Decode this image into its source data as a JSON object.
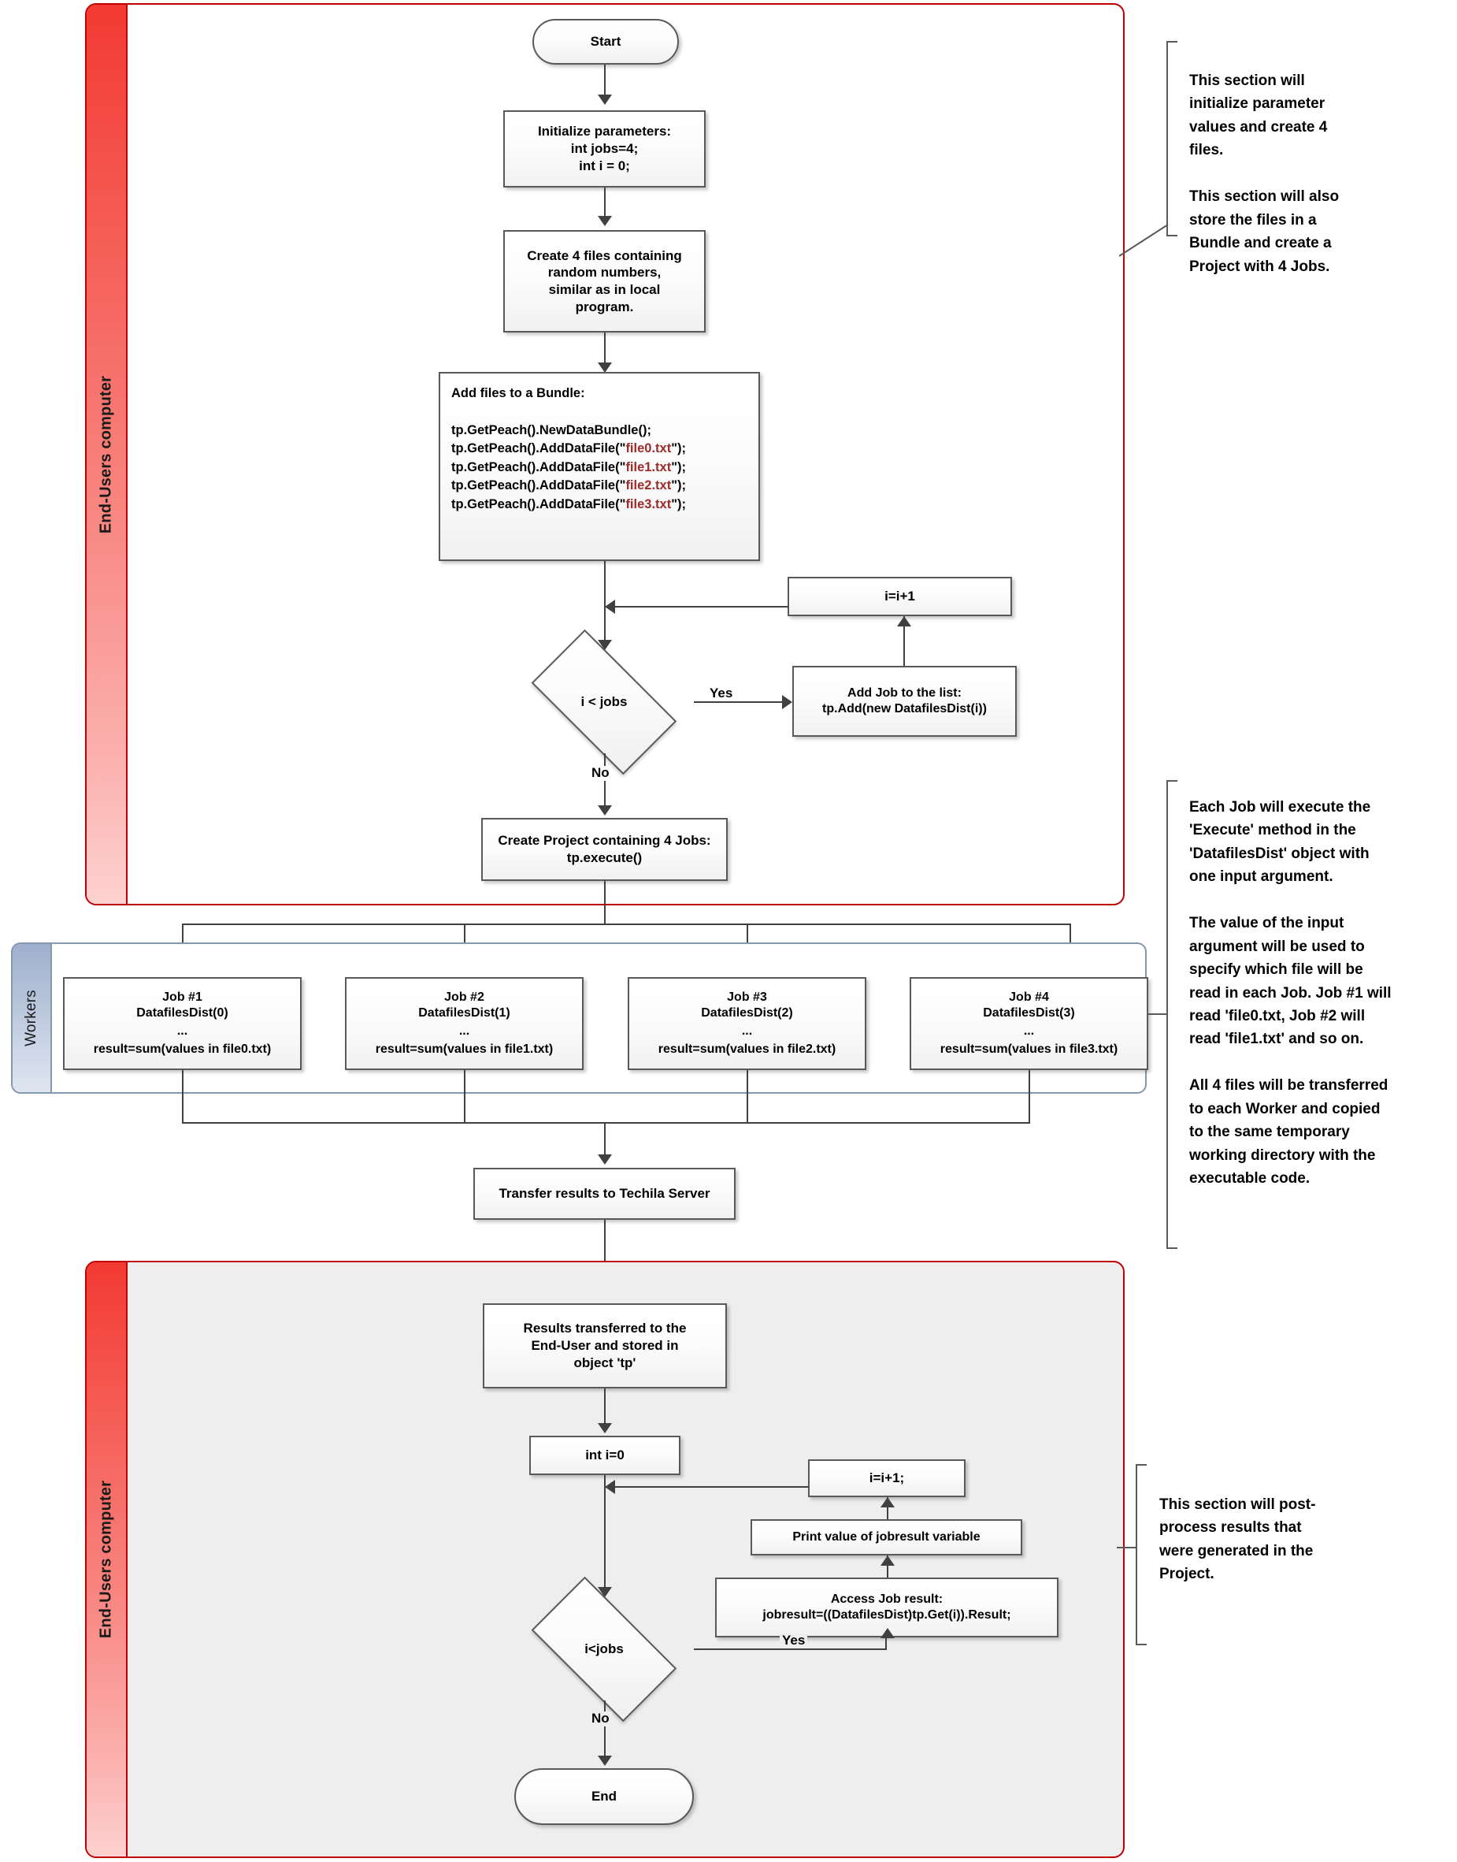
{
  "lanes": {
    "top": {
      "label": "End-Users computer"
    },
    "workers": {
      "label": "Workers"
    },
    "bottom": {
      "label": "End-Users computer"
    }
  },
  "nodes": {
    "start": {
      "label": "Start"
    },
    "init": {
      "label": "Initialize parameters:\nint jobs=4;\nint i = 0;"
    },
    "create_files": {
      "label": "Create 4 files containing\nrandom numbers,\nsimilar as in local\nprogram."
    },
    "bundle": {
      "title": "Add files to a Bundle:",
      "lines": [
        {
          "pre": "tp.GetPeach().NewDataBundle();",
          "file": "",
          "post": ""
        },
        {
          "pre": "tp.GetPeach().AddDataFile(\"",
          "file": "file0.txt",
          "post": "\");"
        },
        {
          "pre": "tp.GetPeach().AddDataFile(\"",
          "file": "file1.txt",
          "post": "\");"
        },
        {
          "pre": "tp.GetPeach().AddDataFile(\"",
          "file": "file2.txt",
          "post": "\");"
        },
        {
          "pre": "tp.GetPeach().AddDataFile(\"",
          "file": "file3.txt",
          "post": "\");"
        }
      ]
    },
    "incr_top": {
      "label": "i=i+1"
    },
    "decision_top": {
      "label": "i < jobs"
    },
    "add_job": {
      "label": "Add Job to the list:\ntp.Add(new DatafilesDist(i))"
    },
    "create_project": {
      "label": "Create Project containing 4 Jobs:\ntp.execute()"
    },
    "transfer": {
      "label": "Transfer results to Techila Server"
    },
    "results": {
      "label": "Results transferred to the\nEnd-User and stored in\nobject 'tp'"
    },
    "int_i": {
      "label": "int i=0"
    },
    "incr_bottom": {
      "label": "i=i+1;"
    },
    "print": {
      "label": "Print value of jobresult variable"
    },
    "access": {
      "label": "Access Job result:\njobresult=((DatafilesDist)tp.Get(i)).Result;"
    },
    "decision_bottom": {
      "label": "i<jobs"
    },
    "end": {
      "label": "End"
    }
  },
  "jobs": [
    {
      "title": "Job #1",
      "sub": "DatafilesDist(0)",
      "dots": "...",
      "result": "result=sum(values in file0.txt)"
    },
    {
      "title": "Job #2",
      "sub": "DatafilesDist(1)",
      "dots": "...",
      "result": "result=sum(values in file1.txt)"
    },
    {
      "title": "Job #3",
      "sub": "DatafilesDist(2)",
      "dots": "...",
      "result": "result=sum(values in file2.txt)"
    },
    {
      "title": "Job #4",
      "sub": "DatafilesDist(3)",
      "dots": "...",
      "result": "result=sum(values in file3.txt)"
    }
  ],
  "edge_labels": {
    "yes_top": "Yes",
    "no_top": "No",
    "yes_bottom": "Yes",
    "no_bottom": "No"
  },
  "annotations": {
    "first": "This section will\ninitialize parameter\nvalues and create 4\nfiles.\n\nThis section will also\nstore the files in a\nBundle and create a\nProject with 4 Jobs.",
    "second": "Each Job will execute the\n'Execute' method in the\n'DatafilesDist' object with\none input argument.\n\nThe value of the input\nargument will be used to\nspecify which file will be\nread in each Job. Job #1 will\nread 'file0.txt, Job #2 will\nread 'file1.txt' and so on.\n\nAll 4 files will be transferred\nto each Worker and copied\nto the same temporary\nworking directory with the\nexecutable code.",
    "third": "This section will post-\nprocess results that\nwere generated in the\nProject."
  },
  "colors": {
    "lane_border_red": "#c00000",
    "lane_fill_red": "#f4534b",
    "workers_border": "#8497b0",
    "node_border": "#595959",
    "connector": "#404040",
    "filename_red": "#9e2a2a",
    "bottom_lane_bg": "#eeeeee"
  }
}
